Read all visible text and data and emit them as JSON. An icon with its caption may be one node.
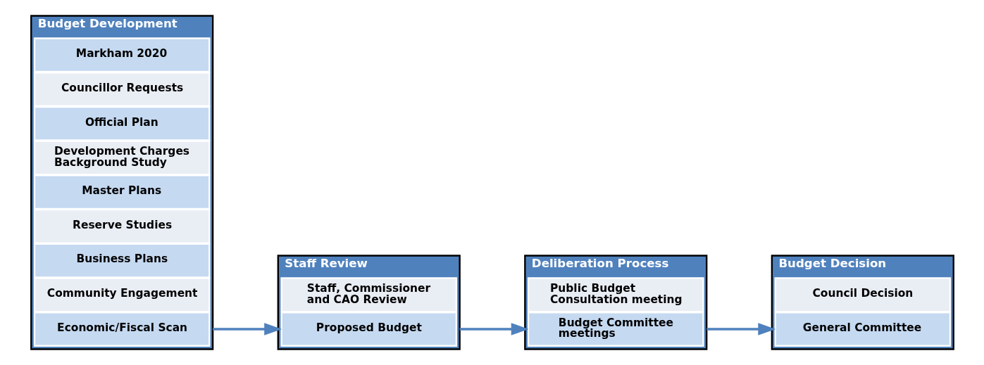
{
  "diagram": {
    "nodes": [
      {
        "text": [
          "Budget Development"
        ]
      },
      {
        "text": [
          "Economic/Fiscal Scan"
        ],
        "in": 0
      },
      {
        "text": [
          "Community Engagement"
        ],
        "in": 0
      },
      {
        "text": [
          "Business Plans"
        ],
        "in": 0
      },
      {
        "text": [
          "Reserve Studies"
        ],
        "in": 0
      },
      {
        "text": [
          "Master Plans"
        ],
        "in": 0
      },
      {
        "text": [
          "Development Charges Background Study"
        ],
        "in": 0
      },
      {
        "text": [
          "Official Plan"
        ],
        "in": 0
      },
      {
        "text": [
          "Councillor Requests"
        ],
        "in": 0
      },
      {
        "text": [
          "Markham 2020"
        ],
        "in": 0
      },
      {
        "text": [
          "Staff Review"
        ]
      },
      {
        "text": [
          "Proposed Budget"
        ],
        "in": 10
      },
      {
        "text": [
          "Staff, Commissioner and CAO Review"
        ],
        "in": 10
      },
      {
        "text": [
          "Deliberation Process"
        ]
      },
      {
        "text": [
          "Budget Committee meetings"
        ],
        "in": 13
      },
      {
        "text": [
          "Public Budget Consultation meeting"
        ],
        "in": 13
      },
      {
        "text": [
          "Budget Decision"
        ]
      },
      {
        "text": [
          "General Committee"
        ],
        "in": 16
      },
      {
        "text": [
          "Council Decision"
        ],
        "in": 16
      }
    ],
    "edges": [
      {
        "from": 0,
        "to": 10,
        "arrow": "to"
      },
      {
        "from": 10,
        "to": 13,
        "arrow": "to"
      },
      {
        "from": 13,
        "to": 16,
        "arrow": "to"
      }
    ]
  }
}
